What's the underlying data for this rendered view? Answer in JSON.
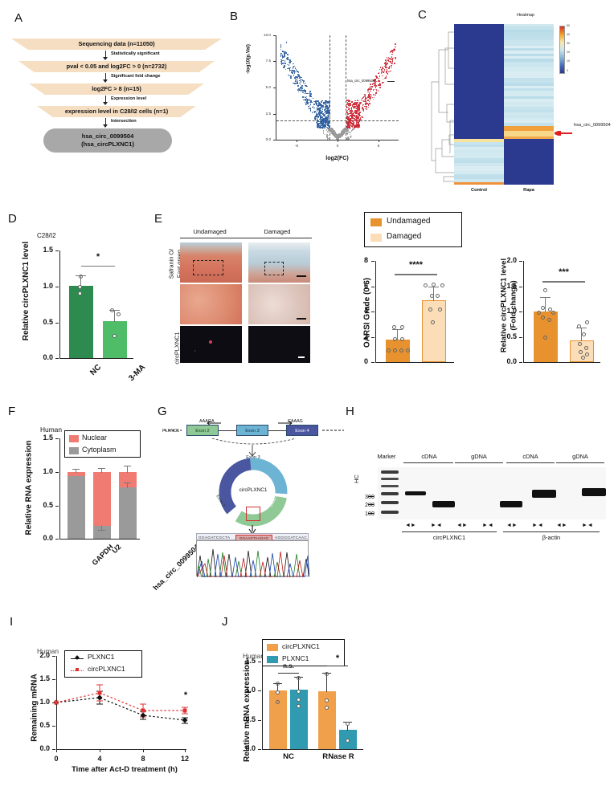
{
  "figure": {
    "panels": [
      "A",
      "B",
      "C",
      "D",
      "E",
      "F",
      "G",
      "H",
      "I",
      "J"
    ]
  },
  "panelA": {
    "letter": "A",
    "steps": [
      {
        "label": "Sequencing data (n=11050)",
        "width_pct": 100
      },
      {
        "label": "pval < 0.05 and log2FC > 0 (n=2732)",
        "width_pct": 91
      },
      {
        "label": "log2FC > 8 (n=15)",
        "width_pct": 82
      },
      {
        "label": "expression level in C28/I2 cells (n=1)",
        "width_pct": 74
      }
    ],
    "arrows": [
      "Statistically significant",
      "Significant fold change",
      "Expression level",
      "Intersection"
    ],
    "final_line1": "hsa_circ_0099504",
    "final_line2": "(hsa_circPLXNC1)",
    "funnel_color": "#f6dec3",
    "final_color": "#a8a8a8"
  },
  "panelB": {
    "letter": "B",
    "chart_data": {
      "type": "scatter",
      "title": "",
      "xlabel": "log2(FC)",
      "ylabel": "-log10(p.Val)",
      "xlim": [
        -9,
        9
      ],
      "ylim": [
        0,
        11
      ],
      "xticks": [
        "-5",
        "0",
        "5"
      ],
      "yticks": [
        "0.0",
        "2.5",
        "5.0",
        "7.5",
        "10.0"
      ],
      "vlines": [
        -1.2,
        1.2
      ],
      "hline": 1.3,
      "annotation": "hsa_circ_0099504",
      "colors": {
        "up": "#cc2936",
        "down": "#2b5d9e",
        "ns": "#9a9a9a"
      },
      "counts": {
        "up": 1366,
        "down": 1366,
        "ns": 8318
      }
    }
  },
  "panelC": {
    "letter": "C",
    "chart_data": {
      "type": "heatmap",
      "title": "Heatmap",
      "columns": [
        "Control",
        "Rapa"
      ],
      "colorbar_ticks": [
        "0",
        "10",
        "20",
        "30",
        "40",
        "50"
      ],
      "colorbar_range": [
        0,
        50
      ],
      "annotation": "hsa_circ_0099504",
      "annotation_color": "#e02020",
      "low_color": "#2b3a8f",
      "mid_color": "#b7dbe8",
      "high_color": "#f5a623"
    }
  },
  "panelD": {
    "letter": "D",
    "chart_data": {
      "type": "bar",
      "title": "C28/I2",
      "ylabel": "Relative circPLXNC1 level",
      "xlabel": "",
      "categories": [
        "NC",
        "3-MA"
      ],
      "values": [
        1.01,
        0.52
      ],
      "errors": [
        0.14,
        0.16
      ],
      "points": [
        [
          1.12,
          0.97,
          0.93
        ],
        [
          0.68,
          0.62,
          0.32
        ]
      ],
      "ylim": [
        0.0,
        1.5
      ],
      "yticks": [
        "0.0",
        "0.5",
        "1.0",
        "1.5"
      ],
      "colors": [
        "#2e8b4f",
        "#4fbd68"
      ],
      "significance": "*"
    }
  },
  "panelE": {
    "letter": "E",
    "col_headers": [
      "Undamaged",
      "Damaged"
    ],
    "row_labels": [
      "Safranin O/\nFast green",
      "circPLXNC1"
    ],
    "row_label_1a": "Safranin O/",
    "row_label_1b": "Fast green",
    "row_label_2": "circPLXNC1",
    "legend": [
      {
        "label": "Undamaged",
        "color": "#e8922f"
      },
      {
        "label": "Damaged",
        "color": "#fbddb8"
      }
    ],
    "chart_left": {
      "type": "bar",
      "ylabel": "OARSI Grade (0-6)",
      "categories": [
        "Undamaged",
        "Damaged"
      ],
      "values": [
        1.75,
        4.9
      ],
      "errors": [
        0.8,
        1.1
      ],
      "points": [
        [
          3,
          3,
          2,
          2,
          1,
          1,
          1,
          1
        ],
        [
          6,
          6,
          6,
          5,
          5,
          4,
          4,
          3
        ]
      ],
      "ylim": [
        0,
        8
      ],
      "yticks": [
        "0",
        "2",
        "4",
        "6",
        "8"
      ],
      "significance": "****"
    },
    "chart_right": {
      "type": "bar",
      "ylabel": "Relative circPLXNC1 level (Fold change)",
      "ylabel_line1": "Relative circPLXNC1 level",
      "ylabel_line2": "(Fold change)",
      "categories": [
        "Undamaged",
        "Damaged"
      ],
      "values": [
        1.0,
        0.43
      ],
      "errors": [
        0.29,
        0.25
      ],
      "points": [
        [
          1.47,
          1.07,
          1.0,
          0.97,
          0.95,
          0.87,
          0.8,
          0.49
        ],
        [
          0.8,
          0.72,
          0.56,
          0.38,
          0.3,
          0.26,
          0.21,
          0.15
        ]
      ],
      "ylim": [
        0.0,
        2.0
      ],
      "yticks": [
        "0.0",
        "0.5",
        "1.0",
        "1.5",
        "2.0"
      ],
      "significance": "***"
    }
  },
  "panelF": {
    "letter": "F",
    "chart_data": {
      "type": "bar",
      "title": "Human",
      "ylabel": "Relative RNA expression",
      "categories": [
        "GAPDH",
        "U2",
        "hsa_circ_0099504"
      ],
      "series": [
        {
          "name": "Cytoplasm",
          "color": "#9a9a9a",
          "values": [
            0.95,
            0.2,
            0.77
          ]
        },
        {
          "name": "Nuclear",
          "color": "#ef7b73",
          "values": [
            0.05,
            0.8,
            0.23
          ]
        }
      ],
      "errors": [
        0.02,
        0.03,
        0.05
      ],
      "ylim": [
        0.0,
        1.5
      ],
      "yticks": [
        "0.0",
        "0.5",
        "1.0",
        "1.5"
      ],
      "stacked": true
    }
  },
  "panelG": {
    "letter": "G",
    "gene_label": "PLXNC1",
    "primer_left": "AAAGA",
    "primer_right": "CAAAG",
    "exons": [
      {
        "label": "Exon 2",
        "color": "#8fc995"
      },
      {
        "label": "Exon 3",
        "color": "#6cb3d4"
      },
      {
        "label": "Exon 4",
        "color": "#4a57a0"
      }
    ],
    "circle_label": "circPLXNC1",
    "circle_arcs": [
      "Exon 3",
      "Exon 2",
      "Exon 4"
    ],
    "sequence_left": "GGAGATCGCTA",
    "sequence_highlight": "GGAAGTAAGAG",
    "sequence_right": "AGGGGATCAAC",
    "junction_box_color": "#d43030"
  },
  "panelH": {
    "letter": "H",
    "side_label": "HC",
    "marker_label": "Marker",
    "ladder": [
      "300",
      "200",
      "100"
    ],
    "groups": [
      {
        "template": "cDNA",
        "gene": "circPLXNC1"
      },
      {
        "template": "gDNA",
        "gene": "circPLXNC1"
      },
      {
        "template": "cDNA",
        "gene": "β-actin"
      },
      {
        "template": "gDNA",
        "gene": "β-actin"
      }
    ],
    "gene_labels": [
      "circPLXNC1",
      "β-actin"
    ],
    "template_labels": [
      "cDNA",
      "gDNA",
      "cDNA",
      "gDNA"
    ],
    "primer_pairs": [
      "◄►",
      "►◄",
      "◄►",
      "►◄",
      "◄►",
      "►◄",
      "◄►",
      "►◄"
    ]
  },
  "panelI": {
    "letter": "I",
    "chart_data": {
      "type": "line",
      "title": "Human",
      "xlabel": "Time after Act-D treatment (h)",
      "ylabel": "Remaining mRNA",
      "x": [
        0,
        4,
        8,
        12
      ],
      "xticks": [
        "0",
        "4",
        "8",
        "12"
      ],
      "ylim": [
        0.0,
        2.0
      ],
      "yticks": [
        "0.0",
        "0.5",
        "1.0",
        "1.5",
        "2.0"
      ],
      "series": [
        {
          "name": "PLXNC1",
          "color": "#111111",
          "values": [
            1.0,
            1.11,
            0.73,
            0.63
          ],
          "errors": [
            0.0,
            0.13,
            0.08,
            0.05
          ]
        },
        {
          "name": "circPLXNC1",
          "color": "#e03030",
          "values": [
            1.0,
            1.21,
            0.82,
            0.82
          ],
          "errors": [
            0.0,
            0.18,
            0.14,
            0.07
          ]
        }
      ],
      "significance": "*"
    }
  },
  "panelJ": {
    "letter": "J",
    "chart_data": {
      "type": "bar",
      "title": "Human",
      "ylabel": "Relative mRNA expression",
      "categories": [
        "NC",
        "RNase R"
      ],
      "ylim": [
        0.0,
        1.5
      ],
      "yticks": [
        "0.0",
        "0.5",
        "1.0",
        "1.5"
      ],
      "series": [
        {
          "name": "circPLXNC1",
          "color": "#f0a04b",
          "values": [
            1.01,
            0.99
          ],
          "errors": [
            0.13,
            0.31
          ]
        },
        {
          "name": "PLXNC1",
          "color": "#2f9ab0",
          "values": [
            1.02,
            0.34
          ],
          "errors": [
            0.22,
            0.14
          ]
        }
      ],
      "points": {
        "nc_circ": [
          1.12,
          1.0,
          0.92
        ],
        "nc_plx": [
          1.24,
          1.0,
          0.92,
          0.87
        ],
        "rnase_circ": [
          1.33,
          0.83,
          0.76
        ],
        "rnase_plx": [
          0.47,
          0.18
        ]
      },
      "significance": [
        "n.s.",
        "*"
      ]
    }
  }
}
